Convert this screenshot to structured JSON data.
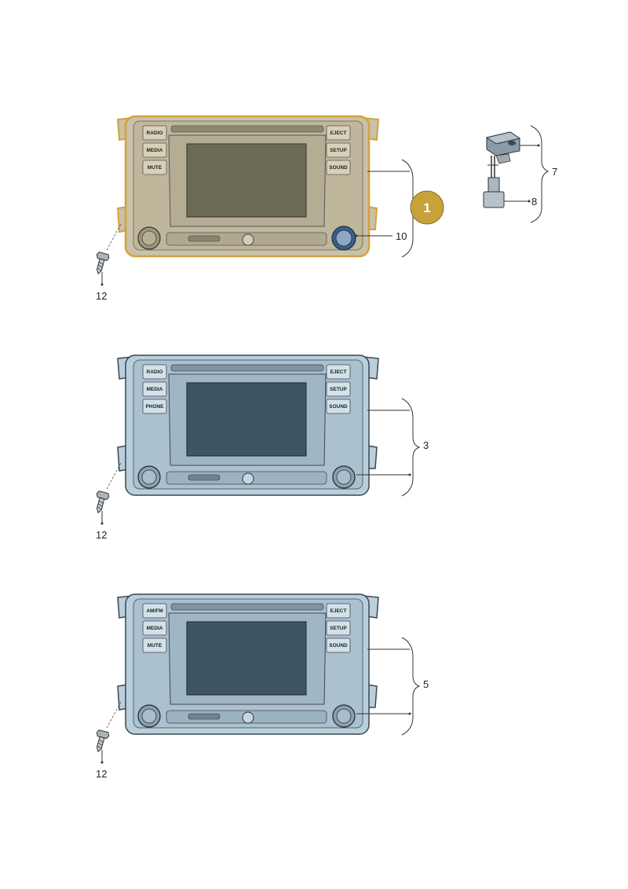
{
  "units": [
    {
      "id": "unit-1",
      "highlight": true,
      "body_color": "#c9c2a8",
      "frame_color": "#b8b097",
      "outline_color": "#d4a23c",
      "screen_color": "#6c6a52",
      "buttons_left": [
        "RADIO",
        "MEDIA",
        "MUTE"
      ],
      "buttons_right": [
        "EJECT",
        "SETUP",
        "SOUND"
      ],
      "callout": "10",
      "screw_callout": "12"
    },
    {
      "id": "unit-3",
      "highlight": false,
      "body_color": "#b9cfdc",
      "frame_color": "#a9c0ce",
      "outline_color": "#3b4650",
      "screen_color": "#3e5563",
      "buttons_left": [
        "RADIO",
        "MEDIA",
        "PHONE"
      ],
      "buttons_right": [
        "EJECT",
        "SETUP",
        "SOUND"
      ],
      "callout": "3",
      "screw_callout": "12"
    },
    {
      "id": "unit-5",
      "highlight": false,
      "body_color": "#b9cfdc",
      "frame_color": "#a9c0ce",
      "outline_color": "#3b4650",
      "screen_color": "#3e5563",
      "buttons_left": [
        "AM/FM",
        "MEDIA",
        "MUTE"
      ],
      "buttons_right": [
        "EJECT",
        "SETUP",
        "SOUND"
      ],
      "callout": "5",
      "screw_callout": "12"
    }
  ],
  "badge": {
    "label": "1",
    "color": "#c9a13b"
  },
  "accessory": {
    "callout_upper": "7",
    "callout_lower": "8"
  }
}
